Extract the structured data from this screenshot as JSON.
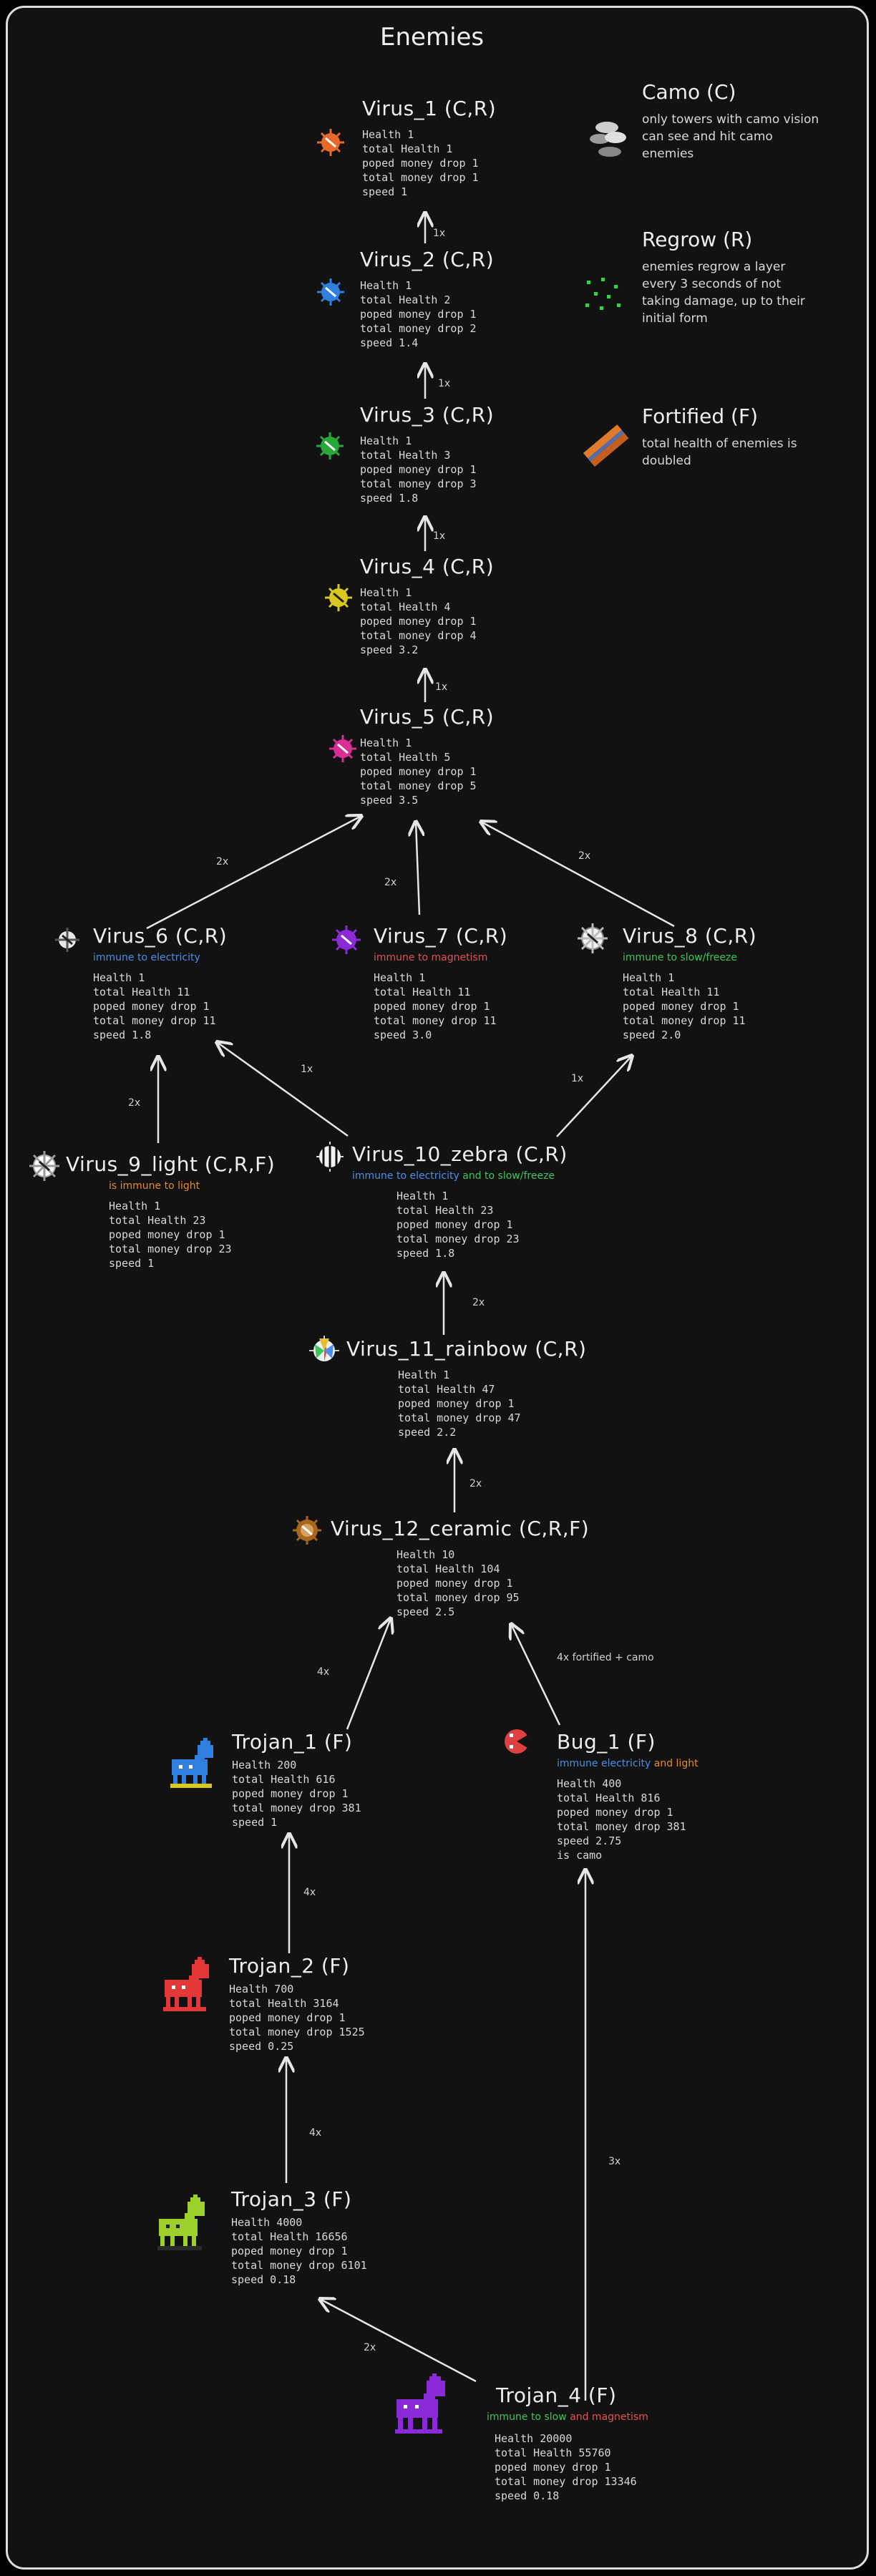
{
  "title": "Enemies",
  "legend": {
    "camo": {
      "title": "Camo (C)",
      "desc": "only towers with camo vision can see and hit camo enemies"
    },
    "regrow": {
      "title": "Regrow (R)",
      "desc": "enemies regrow a layer every 3 seconds of not taking damage, up to their initial form"
    },
    "fortified": {
      "title": "Fortified (F)",
      "desc": "total health of enemies is doubled"
    }
  },
  "nodes": {
    "virus_1": {
      "name": "Virus_1 (C,R)",
      "stats": [
        "Health 1",
        "total Health 1",
        "poped money drop 1",
        "total money drop 1",
        "speed 1"
      ]
    },
    "virus_2": {
      "name": "Virus_2 (C,R)",
      "stats": [
        "Health 1",
        "total Health 2",
        "poped money drop 1",
        "total money drop 2",
        "speed 1.4"
      ]
    },
    "virus_3": {
      "name": "Virus_3 (C,R)",
      "stats": [
        "Health 1",
        "total Health 3",
        "poped money drop 1",
        "total money drop 3",
        "speed 1.8"
      ]
    },
    "virus_4": {
      "name": "Virus_4 (C,R)",
      "stats": [
        "Health 1",
        "total Health 4",
        "poped money drop 1",
        "total money drop 4",
        "speed 3.2"
      ]
    },
    "virus_5": {
      "name": "Virus_5 (C,R)",
      "stats": [
        "Health 1",
        "total Health 5",
        "poped money drop 1",
        "total money drop 5",
        "speed 3.5"
      ]
    },
    "virus_6": {
      "name": "Virus_6 (C,R)",
      "immune": "immune to electricity",
      "stats": [
        "Health 1",
        "total Health 11",
        "poped money drop 1",
        "total money drop 11",
        "speed 1.8"
      ]
    },
    "virus_7": {
      "name": "Virus_7 (C,R)",
      "immune": "immune to magnetism",
      "stats": [
        "Health 1",
        "total Health 11",
        "poped money drop 1",
        "total money drop 11",
        "speed 3.0"
      ]
    },
    "virus_8": {
      "name": "Virus_8 (C,R)",
      "immune": "immune to slow/freeze",
      "stats": [
        "Health 1",
        "total Health 11",
        "poped money drop 1",
        "total money drop 11",
        "speed 2.0"
      ]
    },
    "virus_9": {
      "name": "Virus_9_light (C,R,F)",
      "immune": "is immune to light",
      "stats": [
        "Health 1",
        "total Health 23",
        "poped money drop 1",
        "total money drop 23",
        "speed 1"
      ]
    },
    "virus_10": {
      "name": "Virus_10_zebra (C,R)",
      "immune_a": "immune to electricity",
      "immune_b": "and to slow/freeze",
      "stats": [
        "Health 1",
        "total Health 23",
        "poped money drop 1",
        "total money drop 23",
        "speed 1.8"
      ]
    },
    "virus_11": {
      "name": "Virus_11_rainbow (C,R)",
      "stats": [
        "Health 1",
        "total Health 47",
        "poped money drop 1",
        "total money drop 47",
        "speed 2.2"
      ]
    },
    "virus_12": {
      "name": "Virus_12_ceramic  (C,R,F)",
      "stats": [
        "Health 10",
        "total Health 104",
        "poped money drop 1",
        "total money drop 95",
        "speed 2.5"
      ]
    },
    "trojan_1": {
      "name": "Trojan_1 (F)",
      "stats": [
        "Health 200",
        "total Health 616",
        "poped money drop 1",
        "total money drop 381",
        "speed 1"
      ]
    },
    "bug_1": {
      "name": "Bug_1 (F)",
      "immune_a": "immune electricity",
      "immune_b": "and light",
      "stats": [
        "Health 400",
        "total Health 816",
        "poped money drop 1",
        "total money drop 381",
        "speed 2.75",
        "is camo"
      ]
    },
    "trojan_2": {
      "name": "Trojan_2 (F)",
      "stats": [
        "Health 700",
        "total Health 3164",
        "poped money drop 1",
        "total money drop 1525",
        "speed 0.25"
      ]
    },
    "trojan_3": {
      "name": "Trojan_3 (F)",
      "stats": [
        "Health 4000",
        "total Health 16656",
        "poped money drop 1",
        "total money drop 6101",
        "speed 0.18"
      ]
    },
    "trojan_4": {
      "name": "Trojan_4 (F)",
      "immune_a": "immune to slow",
      "immune_b": "and magnetism",
      "stats": [
        "Health 20000",
        "total Health 55760",
        "poped money drop 1",
        "total money drop 13346",
        "speed 0.18"
      ]
    }
  },
  "multipliers": {
    "m12": "1x",
    "m23": "1x",
    "m34": "1x",
    "m45": "1x",
    "m65": "2x",
    "m75": "2x",
    "m85": "2x",
    "m96": "2x",
    "m106": "1x",
    "m108": "1x",
    "m1110": "2x",
    "m1211": "2x",
    "mt1": "4x",
    "mb1": "4x fortified + camo",
    "mt2": "4x",
    "mt3": "4x",
    "mt4b": "3x",
    "mt4t3": "2x"
  },
  "colors": {
    "background": "#121212",
    "border": "#dcdcdc",
    "text": "#e6e6e6",
    "electricity": "#4a8ee6",
    "magnetism": "#e15252",
    "slow_freeze": "#3fc35a",
    "light": "#e3892e"
  }
}
